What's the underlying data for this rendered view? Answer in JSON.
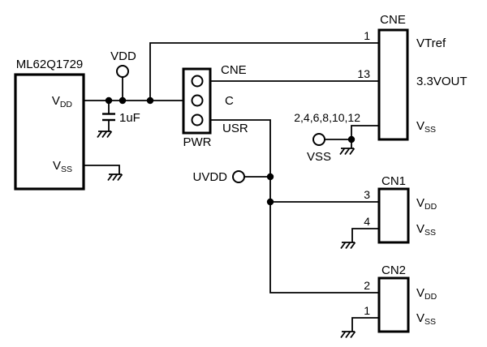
{
  "schematic": {
    "colors": {
      "line": "#000000",
      "background": "#ffffff"
    },
    "chip": {
      "title": "ML62Q1729",
      "pin_vdd": {
        "base": "V",
        "sub": "DD"
      },
      "pin_vss": {
        "base": "V",
        "sub": "SS"
      }
    },
    "capacitor": {
      "value": "1uF"
    },
    "terminals": {
      "vdd": "VDD",
      "vss": "VSS",
      "uvdd": "UVDD"
    },
    "pwr_header": {
      "title": "PWR",
      "pin_top": "CNE",
      "pin_middle": "C",
      "pin_bottom": "USR"
    },
    "cne": {
      "title": "CNE",
      "pin1_num": "1",
      "pin1_label": "VTref",
      "pin13_num": "13",
      "pin13_label": "3.3VOUT",
      "pin_gnd_num": "2,4,6,8,10,12",
      "pin_gnd_label": {
        "base": "V",
        "sub": "SS"
      }
    },
    "cn1": {
      "title": "CN1",
      "pin_vdd_num": "3",
      "pin_vdd_label": {
        "base": "V",
        "sub": "DD"
      },
      "pin_vss_num": "4",
      "pin_vss_label": {
        "base": "V",
        "sub": "SS"
      }
    },
    "cn2": {
      "title": "CN2",
      "pin_vdd_num": "2",
      "pin_vdd_label": {
        "base": "V",
        "sub": "DD"
      },
      "pin_vss_num": "1",
      "pin_vss_label": {
        "base": "V",
        "sub": "SS"
      }
    }
  }
}
